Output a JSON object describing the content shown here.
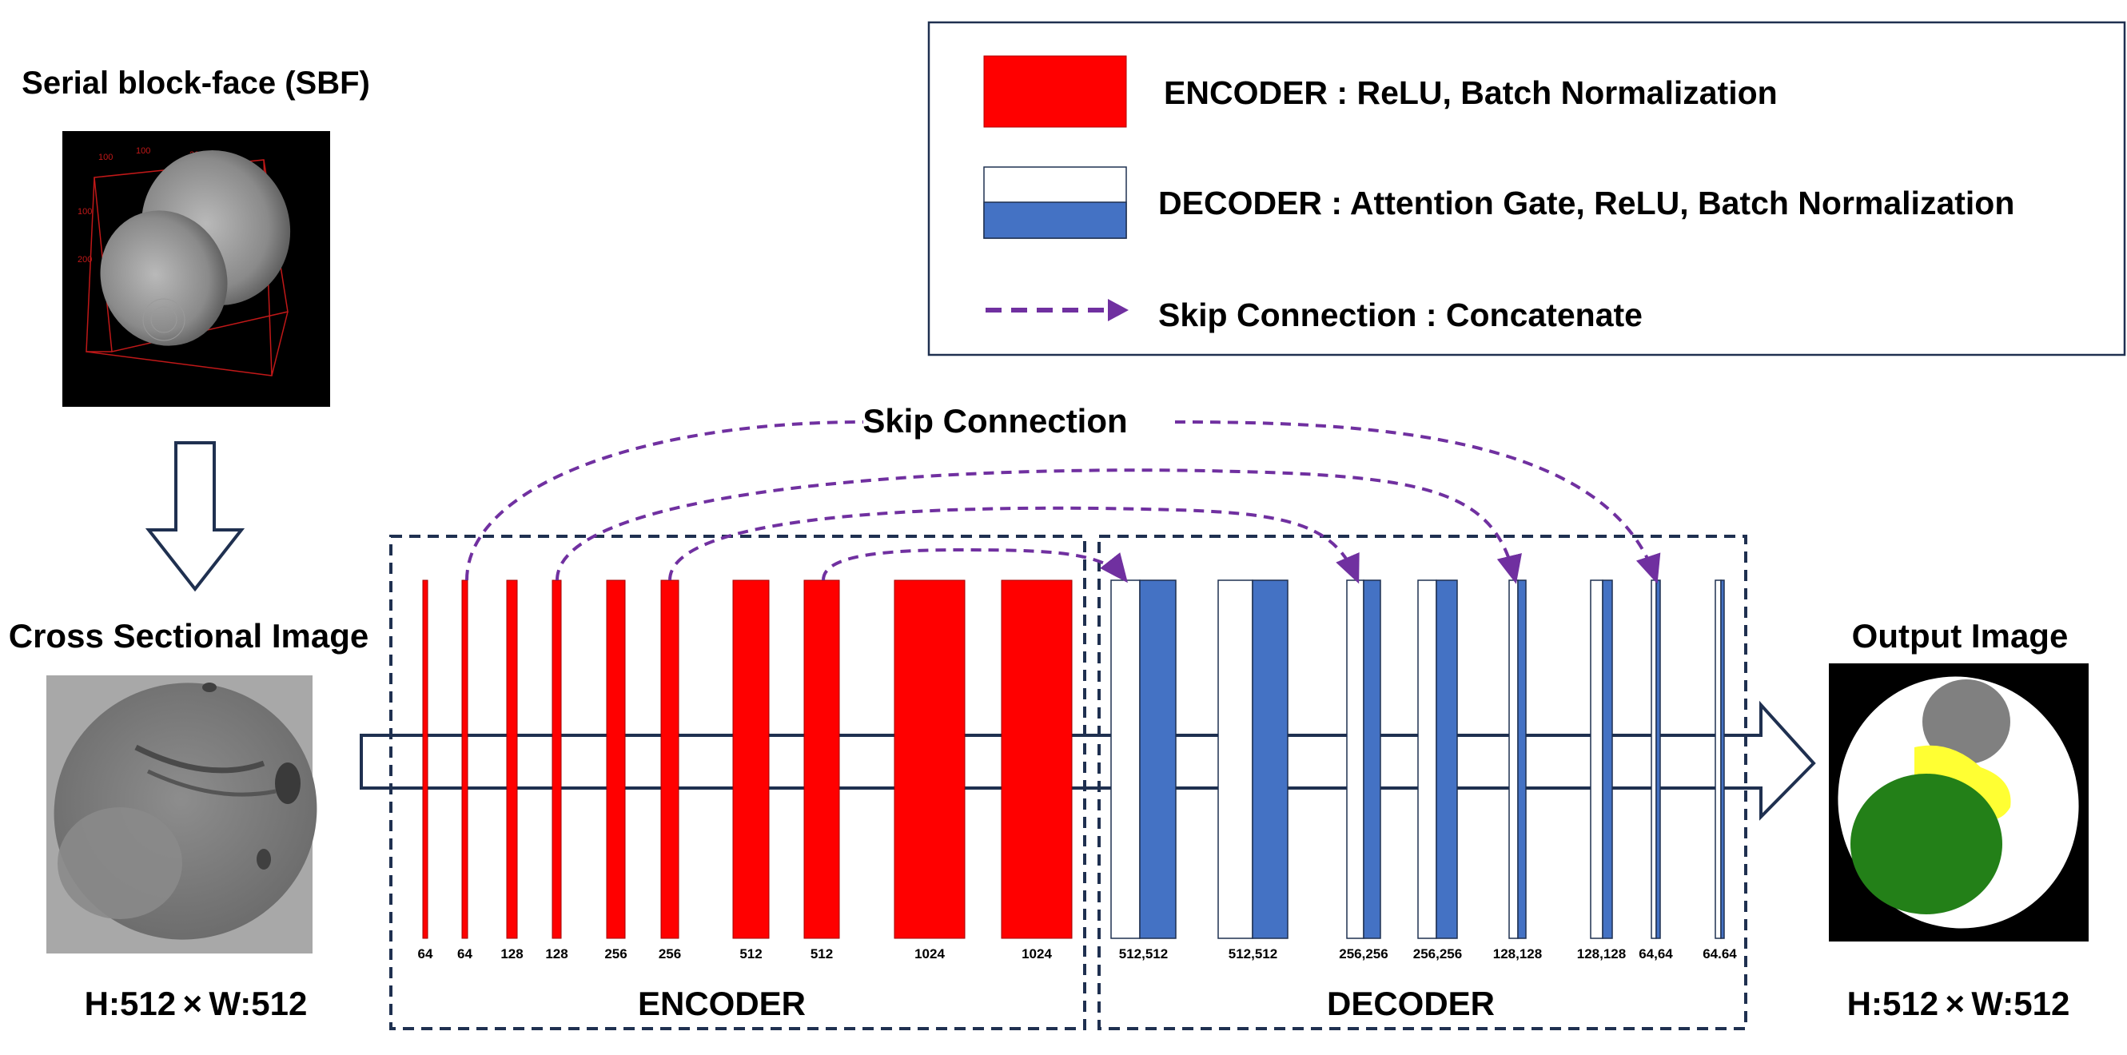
{
  "input": {
    "title": "Serial block-face (SBF)",
    "cross_section_label": "Cross Sectional Image",
    "size_label": "H:512 × W:512",
    "sbf_axis_ticks": [
      "100",
      "100",
      "200",
      "100",
      "200"
    ]
  },
  "output": {
    "title": "Output Image",
    "size_label": "H:512 × W:512"
  },
  "legend": {
    "encoder": "ENCODER : ReLU, Batch Normalization",
    "decoder": "DECODER : Attention Gate, ReLU, Batch Normalization",
    "skip": "Skip Connection : Concatenate"
  },
  "skip_connection_title": "Skip Connection",
  "encoder": {
    "title": "ENCODER",
    "layers": [
      "64",
      "64",
      "128",
      "128",
      "256",
      "256",
      "512",
      "512",
      "1024",
      "1024"
    ]
  },
  "decoder": {
    "title": "DECODER",
    "layers": [
      "512,512",
      "512,512",
      "256,256",
      "256,256",
      "128,128",
      "128,128",
      "64,64",
      "64.64"
    ]
  },
  "colors": {
    "encoder": "#ff0000",
    "decoder_blue": "#4472c4",
    "skip": "#7030a0",
    "frame": "#1f3050",
    "nucleus_green": "#238018",
    "yellow": "#ffff33",
    "gray": "#808080"
  }
}
